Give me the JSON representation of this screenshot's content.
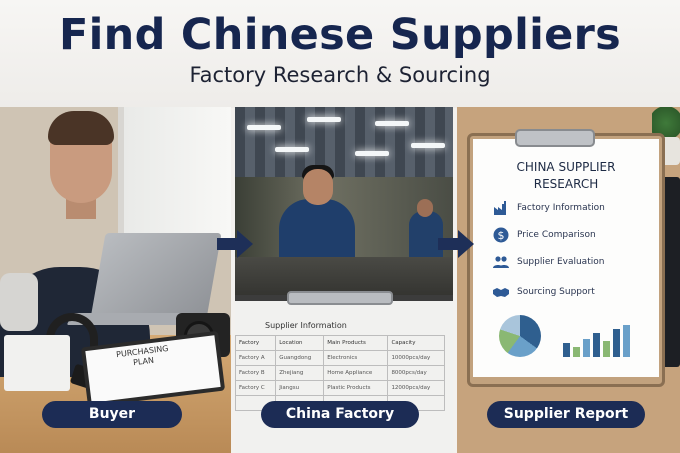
{
  "header": {
    "title": "Find Chinese Suppliers",
    "subtitle": "Factory Research & Sourcing"
  },
  "panels": {
    "buyer": {
      "label": "Buyer",
      "clipboard_text": "PURCHASING PLAN"
    },
    "factory": {
      "label": "China Factory",
      "sheet_title": "Supplier Information",
      "table": {
        "columns": [
          "Factory",
          "Location",
          "Main Products",
          "Capacity"
        ],
        "rows": [
          [
            "Factory A",
            "Guangdong",
            "Electronics",
            "10000pcs/day"
          ],
          [
            "Factory B",
            "Zhejiang",
            "Home Appliance",
            "8000pcs/day"
          ],
          [
            "Factory C",
            "Jiangsu",
            "Plastic Products",
            "12000pcs/day"
          ]
        ]
      }
    },
    "report": {
      "label": "Supplier Report",
      "title_line1": "CHINA SUPPLIER",
      "title_line2": "RESEARCH",
      "items": [
        {
          "label": "Factory Information",
          "icon": "factory-icon"
        },
        {
          "label": "Price Comparison",
          "icon": "dollar-icon"
        },
        {
          "label": "Supplier Evaluation",
          "icon": "people-icon"
        },
        {
          "label": "Sourcing Support",
          "icon": "handshake-icon"
        }
      ]
    }
  },
  "colors": {
    "title": "#16264f",
    "pill": "#1c2c55",
    "arrow": "#1e2f58"
  }
}
